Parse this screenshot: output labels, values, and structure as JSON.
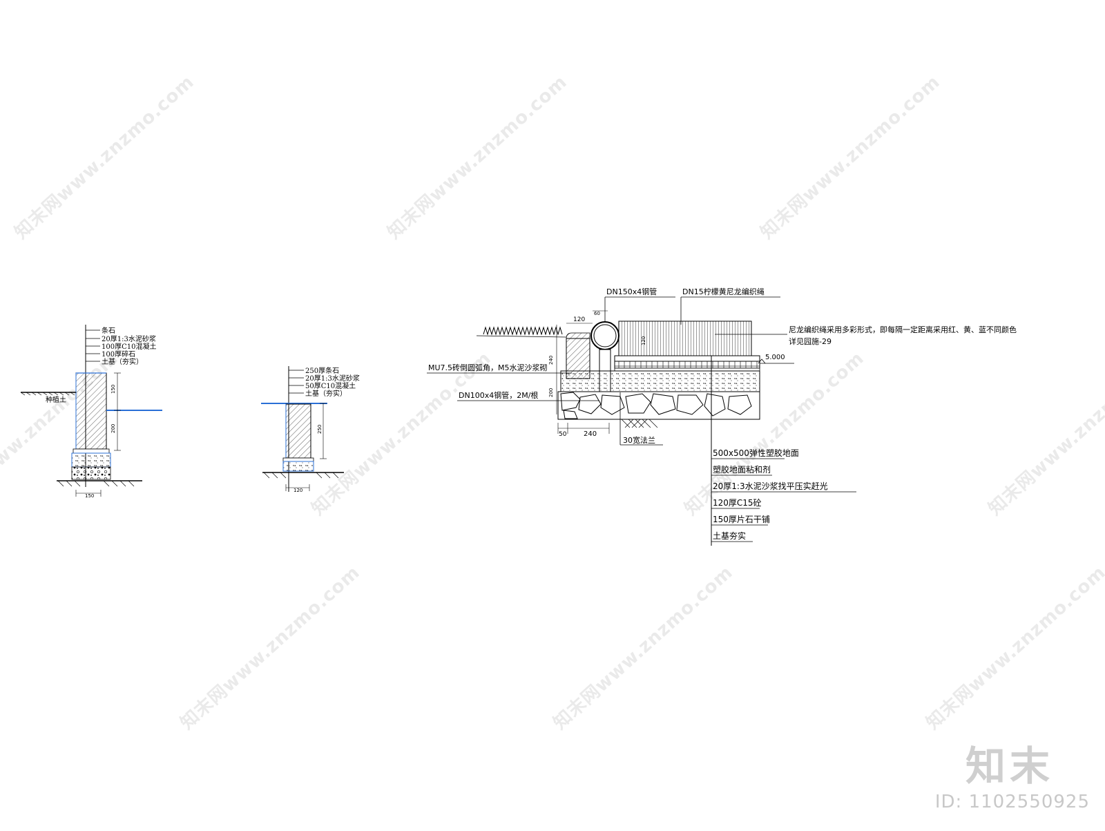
{
  "watermark": {
    "text": "知末网www.znzmo.com",
    "brand": "知末",
    "id_label": "ID: 1102550925"
  },
  "section_a": {
    "layers": [
      "条石",
      "20厚1:3水泥砂浆",
      "100厚C10混凝土",
      "100厚碎石",
      "土基（夯实）"
    ],
    "soil_label": "种植土",
    "dims": {
      "upper": "150",
      "lower": "200",
      "base": "150"
    }
  },
  "section_b": {
    "layers": [
      "250厚条石",
      "20厚1:3水泥砂浆",
      "50厚C10混凝土",
      "土基（夯实）"
    ],
    "dims": {
      "height": "250",
      "base": "120"
    }
  },
  "section_c": {
    "top_labels": {
      "pipe": "DN150x4钢管",
      "rope": "DN15柠檬黄尼龙编织绳"
    },
    "note_lines": [
      "尼龙编织绳采用多彩形式，即每隔一定距离采用红、黄、蓝不同颜色",
      "详见园施-29"
    ],
    "brick_label": "MU7.5砖倒圆弧角，M5水泥沙浆砌",
    "post_label": "DN100x4钢管，2M/根",
    "elevation": "5.000",
    "flange_label": "30宽法兰",
    "dims": {
      "d60": "60",
      "d120": "120",
      "d120v": "120",
      "d240v": "240",
      "d200": "200",
      "d50": "50",
      "d240": "240"
    },
    "layers": [
      "500x500弹性塑胶地面",
      "塑胶地面粘和剂",
      "20厚1:3水泥沙浆找平压实赶光",
      "120厚C15砼",
      "150厚片石干铺",
      "土基夯实"
    ]
  }
}
